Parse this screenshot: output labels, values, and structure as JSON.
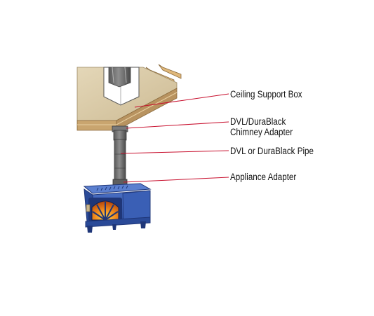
{
  "labels": {
    "ceiling_support_box": "Ceiling Support Box",
    "chimney_adapter_line1": "DVL/DuraBlack",
    "chimney_adapter_line2": "Chimney Adapter",
    "pipe": "DVL or DuraBlack Pipe",
    "appliance_adapter": "Appliance Adapter"
  },
  "colors": {
    "leader_line": "#c8102e",
    "ceiling_top": "#d8c9a8",
    "ceiling_edge": "#c9a56f",
    "stove_body": "#3558a8",
    "stove_dark": "#1f3678",
    "fire_glow": "#f08a1c",
    "pipe": "#6b6b6b"
  }
}
